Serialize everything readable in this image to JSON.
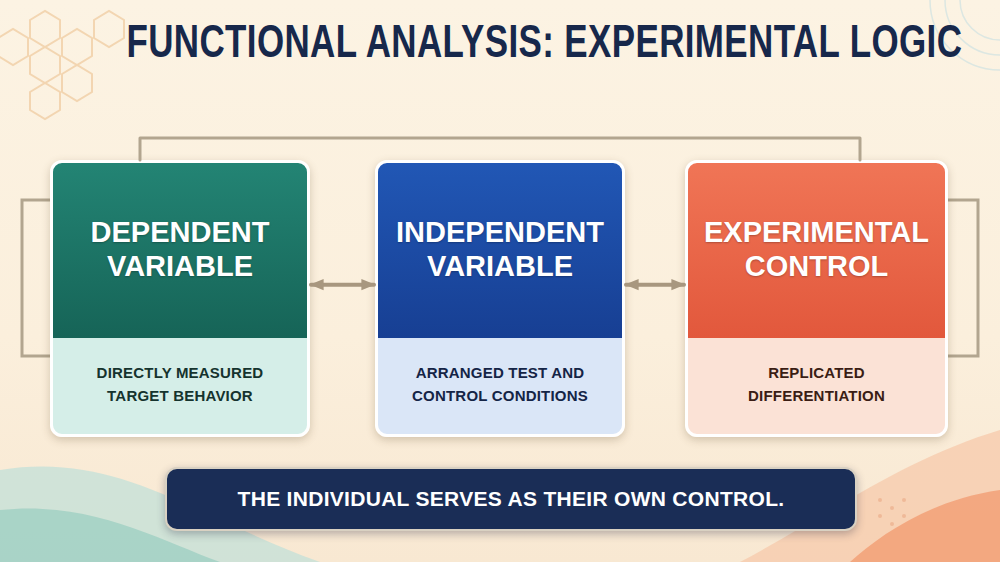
{
  "diagram": {
    "title": "FUNCTIONAL ANALYSIS: EXPERIMENTAL LOGIC",
    "nodes": [
      {
        "text": [
          "DEPENDENT VARIABLE",
          "DIRECTLY MEASURED TARGET BEHAVIOR"
        ]
      },
      {
        "text": [
          "INDEPENDENT VARIABLE",
          "ARRANGED TEST AND CONTROL CONDITIONS"
        ]
      },
      {
        "text": [
          "EXPERIMENTAL CONTROL",
          "REPLICATED DIFFERENTIATION"
        ]
      },
      {
        "text": [
          "THE INDIVIDUAL SERVES AS THEIR OWN CONTROL."
        ]
      }
    ],
    "edges": [
      {
        "from": 0,
        "to": 1,
        "arrow": "both"
      },
      {
        "from": 1,
        "to": 2,
        "arrow": "both"
      },
      {
        "from": 0,
        "to": 2,
        "arrow": "none"
      }
    ]
  }
}
